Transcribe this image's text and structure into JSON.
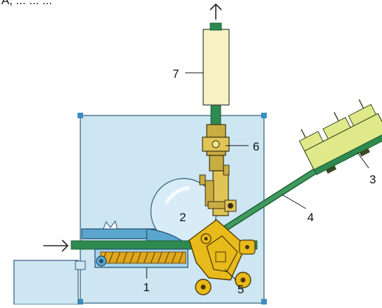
{
  "caption_fragment": "A, ... ... ...",
  "labels": {
    "1": "1",
    "2": "2",
    "3": "3",
    "4": "4",
    "5": "5",
    "6": "6",
    "7": "7"
  },
  "colors": {
    "housing": "#cde6f2",
    "frame": "#2f5a78",
    "rod": "#2e8a4f",
    "cylinder": "#f7f1c4",
    "mechanism": "#e8ba1a",
    "brass": "#c7ad42",
    "bowl": "#d8ecf7",
    "screw": "#e0a71c",
    "trough": "#5aa6cf",
    "hopper": "#dfe98a"
  },
  "icons": [
    "arrow-up-icon",
    "arrow-right-icon"
  ]
}
